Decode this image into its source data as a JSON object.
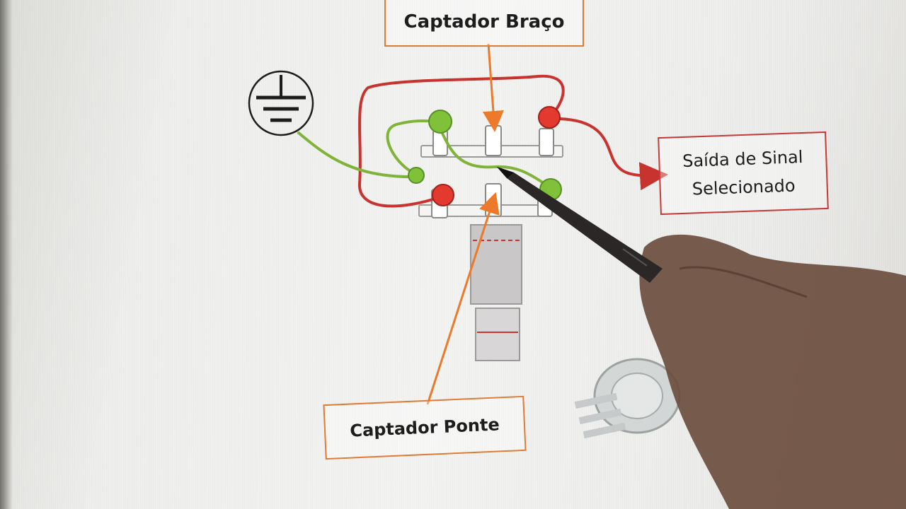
{
  "labels": {
    "captador_braco": "Captador Braço",
    "captador_ponte": "Captador Ponte",
    "saida_line1": "Saída de Sinal",
    "saida_line2": "Selecionado"
  },
  "colors": {
    "hot_wire": "#c8332f",
    "ground_wire": "#7fb33a",
    "arrow_orange": "#ec7a2a",
    "arrow_red": "#c8332f",
    "box_orange": "#e07a35",
    "box_red": "#c23b38"
  },
  "icons": {
    "ground": "ground-symbol-icon"
  }
}
